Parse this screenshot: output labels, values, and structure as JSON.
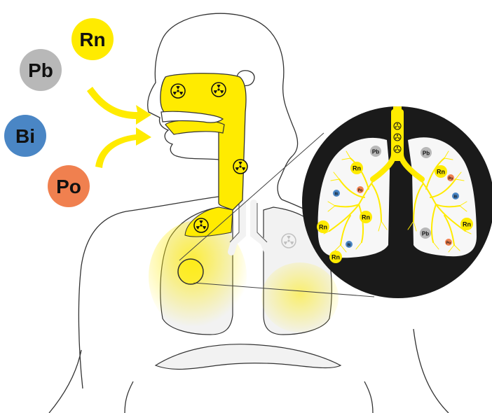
{
  "elements": {
    "radon": {
      "symbol": "Rn",
      "color": "#FFEB00",
      "text_color": "#111111"
    },
    "lead": {
      "symbol": "Pb",
      "color": "#B8B8B8",
      "text_color": "#111111"
    },
    "bismuth": {
      "symbol": "Bi",
      "color": "#4A86C5",
      "text_color": "#111111"
    },
    "polonium": {
      "symbol": "Po",
      "color": "#F0804F",
      "text_color": "#111111"
    }
  },
  "colors": {
    "airway": "#FFEB00",
    "outline": "#333333",
    "radiation_symbol": "#111111",
    "zoom_background": "#1A1A1A",
    "lung_fill": "#F7F7F7"
  },
  "icons": {
    "inhale_arrow": "curved-arrow-icon",
    "radiation": "radiation-trefoil-icon"
  }
}
